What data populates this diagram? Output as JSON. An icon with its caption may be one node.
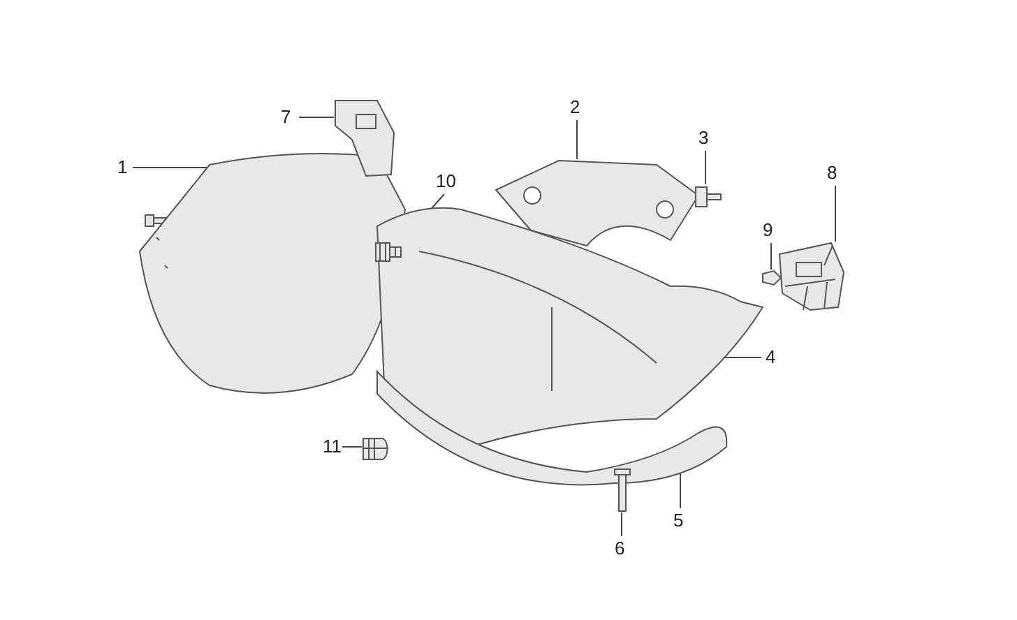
{
  "diagram": {
    "nodes": [
      {
        "text": [
          "1"
        ]
      },
      {
        "text": [
          "2"
        ]
      },
      {
        "text": [
          "3"
        ]
      },
      {
        "text": [
          "4"
        ]
      },
      {
        "text": [
          "5"
        ]
      },
      {
        "text": [
          "6"
        ]
      },
      {
        "text": [
          "7"
        ]
      },
      {
        "text": [
          "8"
        ]
      },
      {
        "text": [
          "9"
        ]
      },
      {
        "text": [
          "10"
        ]
      },
      {
        "text": [
          "11"
        ]
      },
      {
        "text": [],
        "shape": "picture"
      },
      {
        "text": [],
        "shape": "picture"
      },
      {
        "text": [],
        "shape": "picture"
      },
      {
        "text": [],
        "shape": "picture"
      },
      {
        "text": [],
        "shape": "picture"
      },
      {
        "text": [],
        "shape": "picture"
      },
      {
        "text": [],
        "shape": "picture"
      },
      {
        "text": [],
        "shape": "picture"
      },
      {
        "text": [],
        "shape": "picture"
      },
      {
        "text": [],
        "shape": "picture"
      },
      {
        "text": [],
        "shape": "picture"
      }
    ],
    "edges": [
      {
        "from": 0,
        "to": 11,
        "arrow": "none"
      },
      {
        "from": 1,
        "to": 12,
        "arrow": "none"
      },
      {
        "from": 2,
        "to": 13,
        "arrow": "none"
      },
      {
        "from": 3,
        "to": 14,
        "arrow": "none"
      },
      {
        "from": 4,
        "to": 15,
        "arrow": "none"
      },
      {
        "from": 5,
        "to": 16,
        "arrow": "none"
      },
      {
        "from": 6,
        "to": 17,
        "arrow": "none"
      },
      {
        "from": 7,
        "to": 18,
        "arrow": "none"
      },
      {
        "from": 8,
        "to": 19,
        "arrow": "none"
      },
      {
        "from": 9,
        "to": 20,
        "arrow": "none"
      },
      {
        "from": 10,
        "to": 21,
        "arrow": "none"
      }
    ]
  }
}
